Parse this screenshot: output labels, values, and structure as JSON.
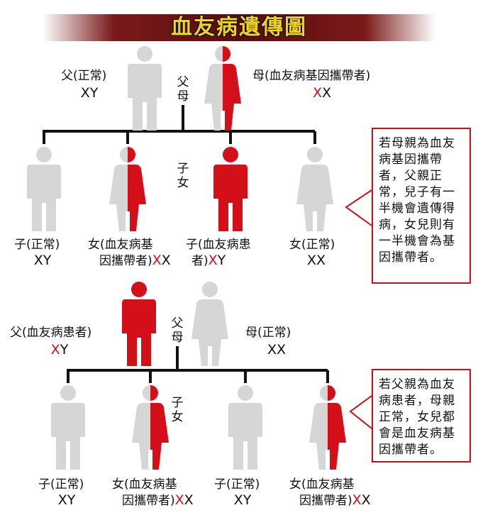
{
  "title": "血友病遺傳圖",
  "colors": {
    "red": "#d3101a",
    "gray": "#d6d6d6",
    "line": "#111111",
    "title_bg": "#6b1212",
    "title_text": "#f2d21a"
  },
  "section1": {
    "father_label": "父(正常)",
    "father_geno": "XY",
    "mother_label": "母(血友病基因攜帶者)",
    "mother_geno_red": "X",
    "mother_geno_rest": "X",
    "parents_tag": "父母",
    "children_tag": "子女",
    "children": [
      {
        "label1": "子(正常)",
        "label2": "",
        "geno_red": "",
        "geno_rest": "XY"
      },
      {
        "label1": "女(血友病基",
        "label2": "因攜帶者)",
        "geno_red": "X",
        "geno_rest": "X"
      },
      {
        "label1": "子(血友病患",
        "label2": "者)",
        "geno_red": "X",
        "geno_rest": "Y"
      },
      {
        "label1": "女(正常)",
        "label2": "",
        "geno_red": "",
        "geno_rest": "XX"
      }
    ],
    "note": "若母親為血友病基因攜帶者，父親正常，兒子有一半機會遺傳得病，女兒則有一半機會為基因攜帶者。"
  },
  "section2": {
    "father_label": "父(血友病患者)",
    "father_geno_red": "X",
    "father_geno_rest": "Y",
    "mother_label": "母(正常)",
    "mother_geno": "XX",
    "parents_tag": "父母",
    "children_tag": "子女",
    "children": [
      {
        "label1": "子(正常)",
        "label2": "",
        "geno_red": "",
        "geno_rest": "XY"
      },
      {
        "label1": "女(血友病基",
        "label2": "因攜帶者)",
        "geno_red": "X",
        "geno_rest": "X"
      },
      {
        "label1": "子(正常)",
        "label2": "",
        "geno_red": "",
        "geno_rest": "XY"
      },
      {
        "label1": "女(血友病基",
        "label2": "因攜帶者)",
        "geno_red": "X",
        "geno_rest": "X"
      }
    ],
    "note": "若父親為血友病患者，母親正常，女兒都會是血友病基因攜帶者。"
  }
}
